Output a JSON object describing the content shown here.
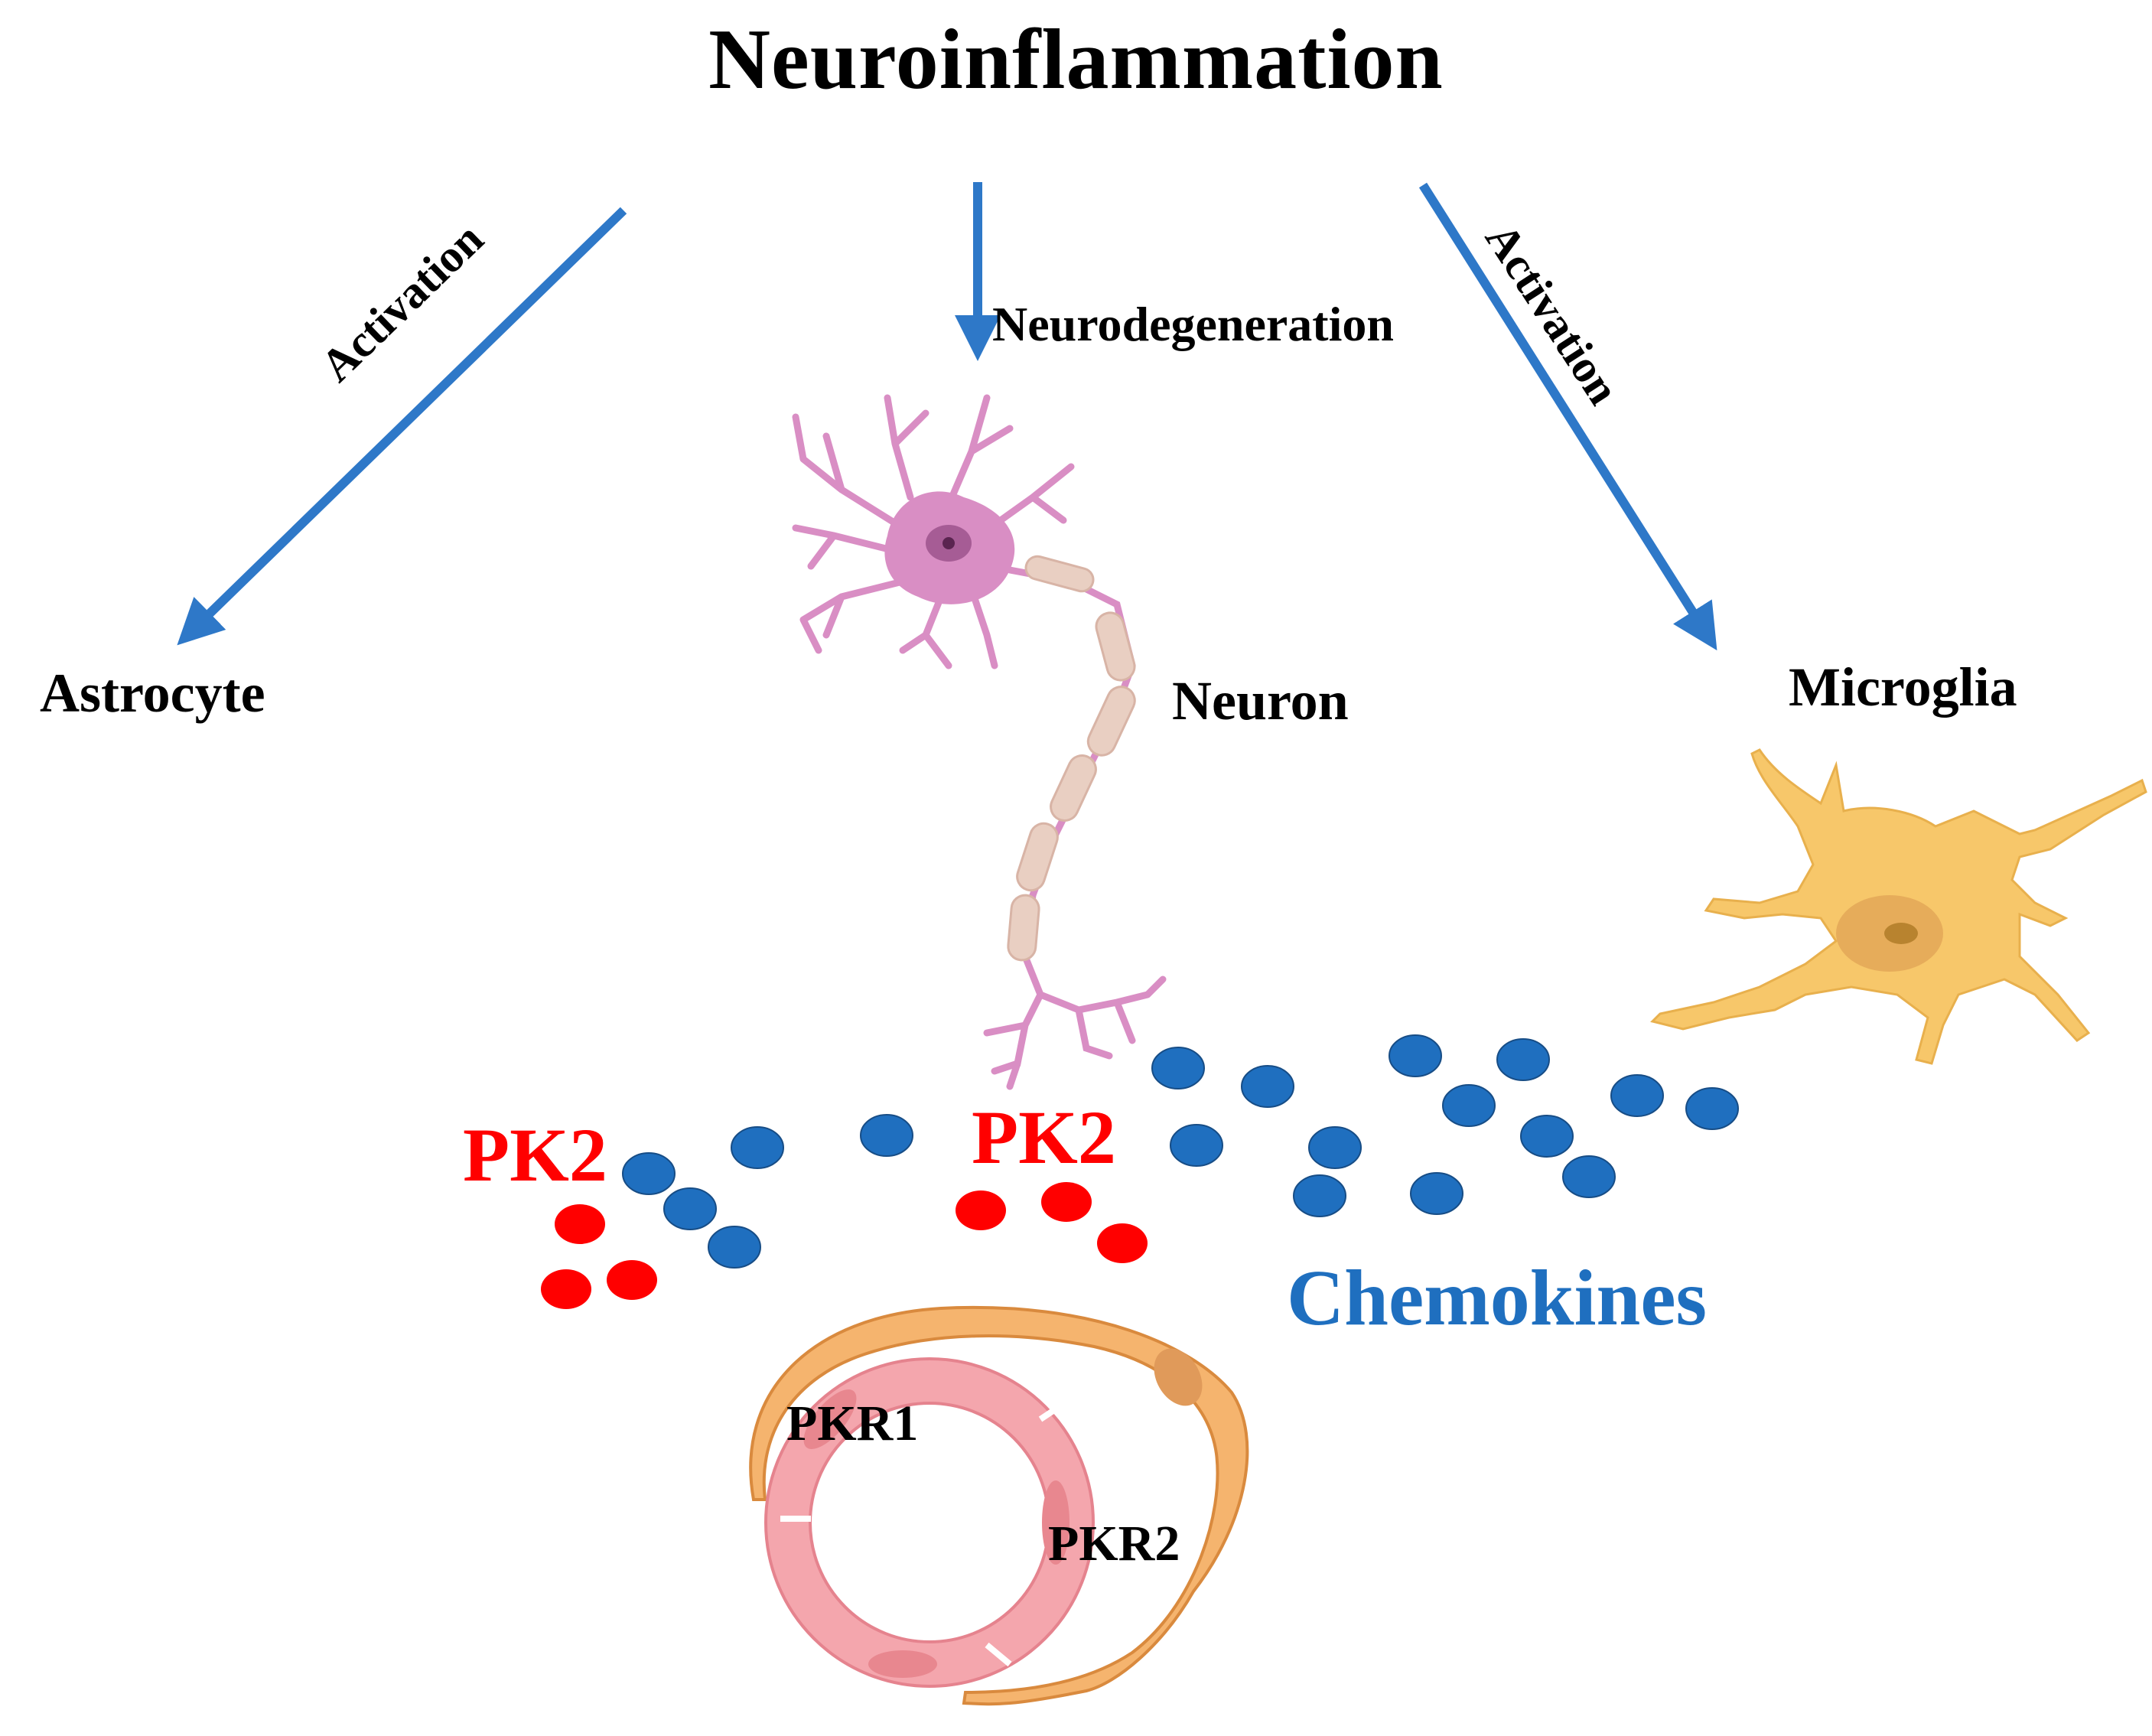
{
  "title": "Neuroinflammation",
  "labels": {
    "activation_left": "Activation",
    "activation_right": "Activation",
    "neurodegeneration": "Neurodegeneration",
    "astrocyte": "Astrocyte",
    "neuron": "Neuron",
    "microglia": "Microglia",
    "pk2_left": "PK2",
    "pk2_mid": "PK2",
    "chemokines": "Chemokines",
    "pkr1": "PKR1",
    "pkr2": "PKR2"
  },
  "colors": {
    "arrow": "#2e78c8",
    "chemokine": "#1f6fbf",
    "pk2": "#ff0000",
    "neuron": "#d98ec4",
    "myelin": "#e9cfc2",
    "microglia": "#f7c76a",
    "vessel_outer": "#f5b46e",
    "vessel_inner": "#f4a6ad"
  },
  "icons": [
    "neuron-illustration",
    "microglia-illustration",
    "blood-vessel-illustration"
  ]
}
